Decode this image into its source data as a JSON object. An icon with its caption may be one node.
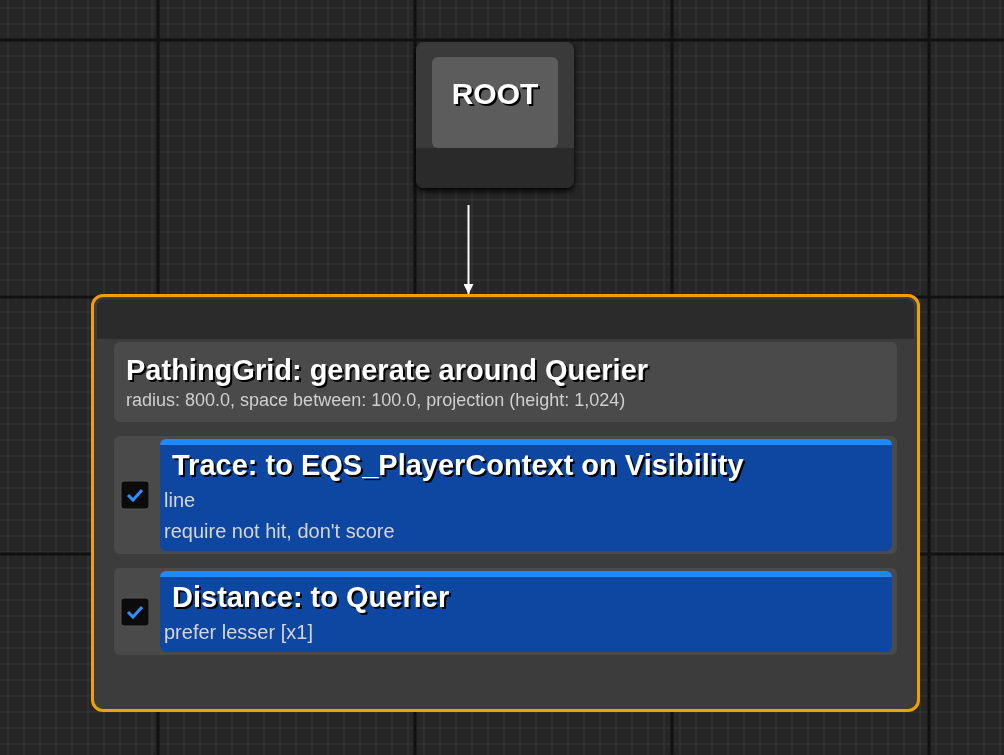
{
  "diagram": {
    "nodes": [
      {
        "text": [
          "ROOT"
        ]
      },
      {
        "text": [],
        "shape": "box"
      },
      {
        "text": [
          "PathingGrid: generate around Querier",
          "radius: 800.0, space between: 100.0, projection (height: 1,024)"
        ],
        "in": 1
      },
      {
        "text": [
          "Trace: to EQS_PlayerContext on Visibility",
          "line",
          "require not hit, don't score"
        ],
        "in": 1
      },
      {
        "text": [
          "Distance: to Querier",
          "prefer lesser [x1]"
        ],
        "in": 1
      }
    ],
    "edges": [
      {
        "from": 0,
        "to": 1,
        "arrow": "to"
      }
    ]
  }
}
